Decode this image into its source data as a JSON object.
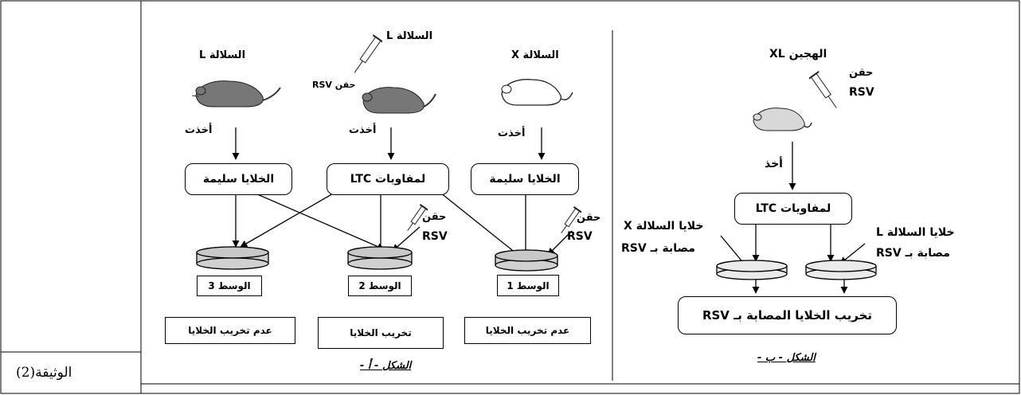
{
  "document_label": "الوثيقة(2)",
  "figure_a": {
    "caption": "الشكل - أ -",
    "strains": {
      "left": "السلالة L",
      "middle": "السلالة L",
      "right": "السلالة X"
    },
    "injection_label": "حقن RSV",
    "taken": [
      "أخذت",
      "أخذت",
      "أخذت"
    ],
    "boxes": {
      "left": "الخلايا سليمة",
      "middle": "لمفاويات LTC",
      "right": "الخلايا سليمة"
    },
    "inject_word": "حقن",
    "inject_rsv": "RSV",
    "media": [
      "الوسط 3",
      "الوسط 2",
      "الوسط 1"
    ],
    "results": [
      "عدم تخريب الخلايا",
      "تخريب الخلايا",
      "عدم تخريب الخلايا"
    ]
  },
  "figure_b": {
    "caption": "الشكل - ب -",
    "hybrid": "الهجين XL",
    "inject_word": "حقن",
    "inject_rsv": "RSV",
    "taken": "أخذ",
    "ltc_box": "لمفاويات LTC",
    "cells_x_line1": "خلايا السلالة X",
    "cells_x_line2": "مصابة بـ RSV",
    "cells_l_line1": "خلايا السلالة L",
    "cells_l_line2": "مصابة بـ RSV",
    "result": "تخريب الخلايا المصابة بـ RSV"
  }
}
